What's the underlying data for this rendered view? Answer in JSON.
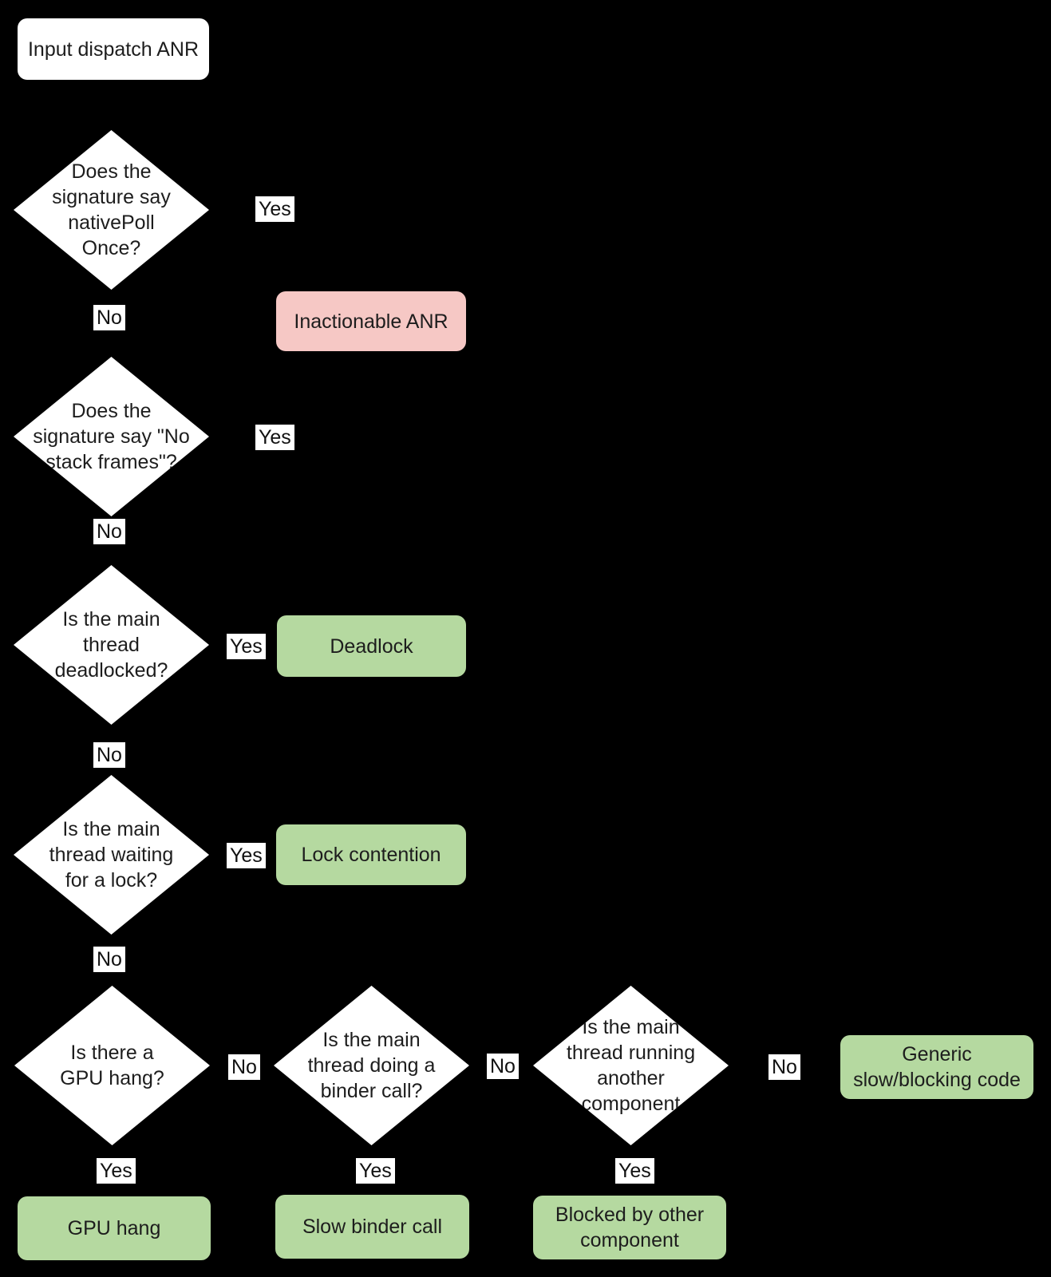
{
  "title": "Input dispatch ANR triage flowchart",
  "colors": {
    "background": "#000000",
    "decision_fill": "#ffffff",
    "outcome_good_fill": "#b5d9a0",
    "outcome_bad_fill": "#f6c8c5",
    "text": "#1d1d1d"
  },
  "nodes": {
    "start": "Input dispatch ANR",
    "d1": "Does the\nsignature say\nnativePoll\nOnce?",
    "d2": "Does the\nsignature say \"No\nstack frames\"?",
    "d3": "Is the main\nthread\ndeadlocked?",
    "d4": "Is the main\nthread waiting\nfor a lock?",
    "d5": "Is there a\nGPU hang?",
    "d6": "Is the main\nthread doing a\nbinder call?",
    "d7": "Is the main\nthread running\nanother\ncomponent",
    "inactionable": "Inactionable ANR",
    "deadlock": "Deadlock",
    "lock_contention": "Lock contention",
    "generic": "Generic\nslow/blocking code",
    "gpu_hang": "GPU hang",
    "slow_binder": "Slow binder call",
    "blocked": "Blocked by other\ncomponent"
  },
  "labels": {
    "yes": "Yes",
    "no": "No"
  }
}
